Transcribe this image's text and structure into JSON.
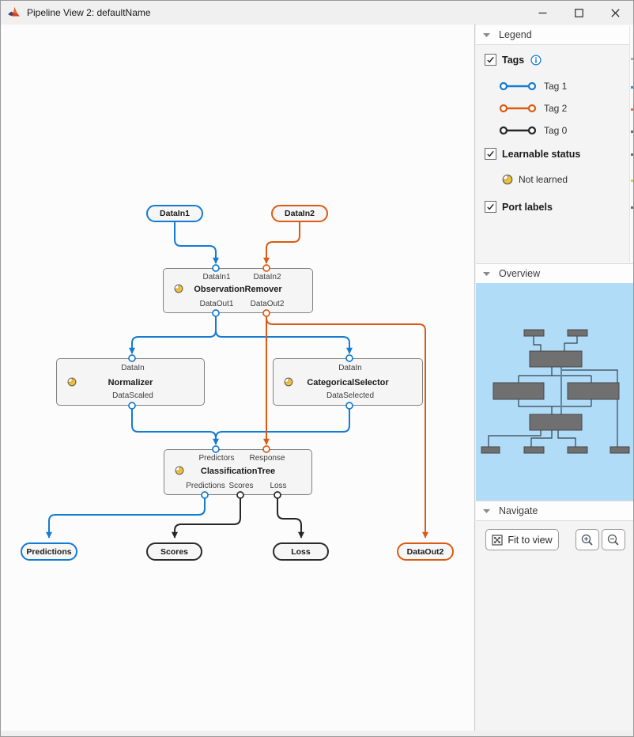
{
  "window": {
    "title": "Pipeline View 2: defaultName"
  },
  "sidebar": {
    "legend": {
      "header": "Legend",
      "tags_label": "Tags",
      "tags": [
        {
          "label": "Tag 1",
          "color": "#147BD1"
        },
        {
          "label": "Tag 2",
          "color": "#DB5B13"
        },
        {
          "label": "Tag 0",
          "color": "#262626"
        }
      ],
      "learnable_label": "Learnable status",
      "not_learned_label": "Not learned",
      "port_labels_label": "Port labels"
    },
    "overview": {
      "header": "Overview"
    },
    "navigate": {
      "header": "Navigate",
      "fit_to_view": "Fit to view"
    }
  },
  "pipeline": {
    "inputs": [
      {
        "label": "DataIn1",
        "color": "#147BD1"
      },
      {
        "label": "DataIn2",
        "color": "#DB5B13"
      }
    ],
    "outputs": [
      {
        "label": "Predictions",
        "color": "#147BD1"
      },
      {
        "label": "Scores",
        "color": "#262626"
      },
      {
        "label": "Loss",
        "color": "#262626"
      },
      {
        "label": "DataOut2",
        "color": "#DB5B13"
      }
    ],
    "blocks": {
      "observation_remover": {
        "title": "ObservationRemover",
        "inputs": [
          "DataIn1",
          "DataIn2"
        ],
        "outputs": [
          "DataOut1",
          "DataOut2"
        ]
      },
      "normalizer": {
        "title": "Normalizer",
        "inputs": [
          "DataIn"
        ],
        "outputs": [
          "DataScaled"
        ]
      },
      "categorical_selector": {
        "title": "CategoricalSelector",
        "inputs": [
          "DataIn"
        ],
        "outputs": [
          "DataSelected"
        ]
      },
      "classification_tree": {
        "title": "ClassificationTree",
        "inputs": [
          "Predictors",
          "Response"
        ],
        "outputs": [
          "Predictions",
          "Scores",
          "Loss"
        ]
      }
    },
    "colors": {
      "tag1": "#147BD1",
      "tag2": "#DB5B13",
      "tag0": "#262626",
      "not_learned": "#F2C23E",
      "minimap_bg": "#B0DCF8"
    }
  }
}
